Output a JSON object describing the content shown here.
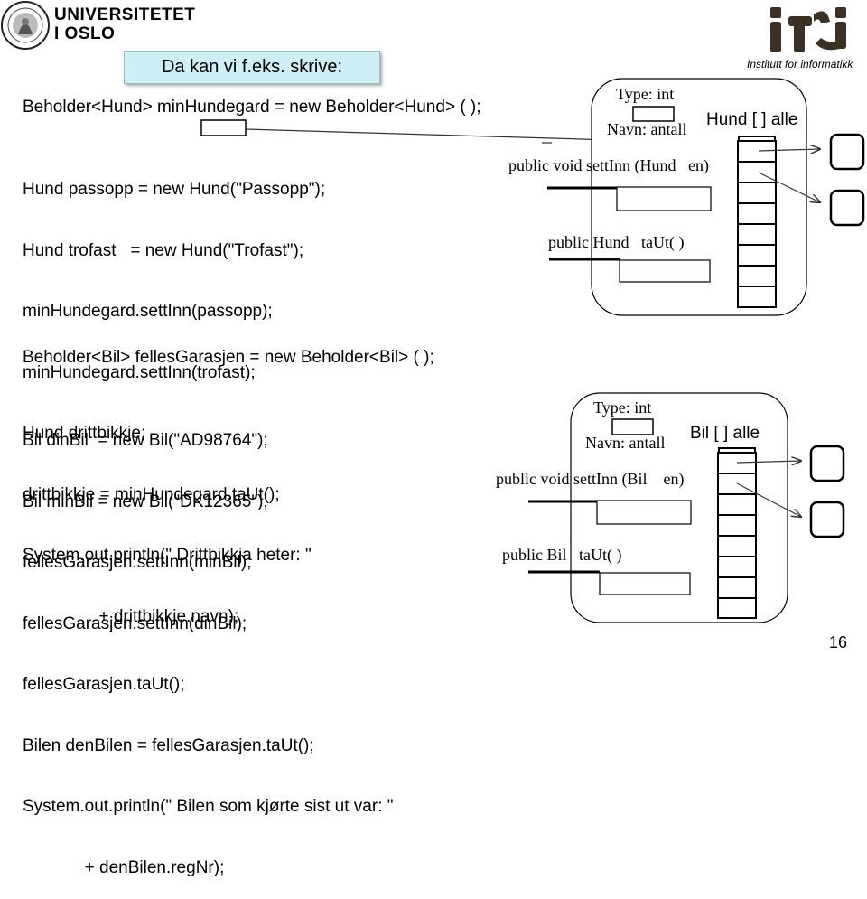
{
  "header": {
    "university_line1": "UNIVERSITETET",
    "university_line2": "I OSLO",
    "ifi_subtitle": "Institutt for informatikk",
    "callout": "Da kan vi f.eks. skrive:"
  },
  "hund_code": {
    "decl": "Beholder<Hund> minHundegard = new Beholder<Hund> ( );",
    "lines": [
      "Hund passopp = new Hund(\"Passopp\");",
      "Hund trofast   = new Hund(\"Trofast\");",
      "minHundegard.settInn(passopp);",
      "minHundegard.settInn(trofast);",
      "Hund drittbikkje;",
      "drittbikkje = minHundegard.taUt();",
      "System.out.println(\" Drittbikkja heter: \"",
      "                + drittbikkje.navn);"
    ]
  },
  "bil_code": {
    "decl": "Beholder<Bil> fellesGarasjen = new Beholder<Bil> ( );",
    "lines": [
      "Bil dinBil  = new Bil(\"AD98764\");",
      "Bil minBil = new Bil(\"DK12365\");",
      "fellesGarasjen.settInn(minBil);",
      "fellesGarasjen.settInn(dinBil);",
      "fellesGarasjen.taUt();",
      "Bilen denBilen = fellesGarasjen.taUt();",
      "System.out.println(\" Bilen som kjørte sist ut var: \"",
      "             + denBilen.regNr);"
    ]
  },
  "hund_object": {
    "type_label": "Type: int",
    "navn_label": "Navn: antall",
    "array_label": "Hund [ ] alle",
    "settinn_sig": "public void settInn (Hund   en)",
    "taut_sig": "public Hund   taUt( )"
  },
  "bil_object": {
    "type_label": "Type: int",
    "navn_label": "Navn: antall",
    "array_label": "Bil [ ] alle",
    "settinn_sig": "public void settInn (Bil    en)",
    "taut_sig": "public Bil   taUt( )"
  },
  "page_number": "16"
}
